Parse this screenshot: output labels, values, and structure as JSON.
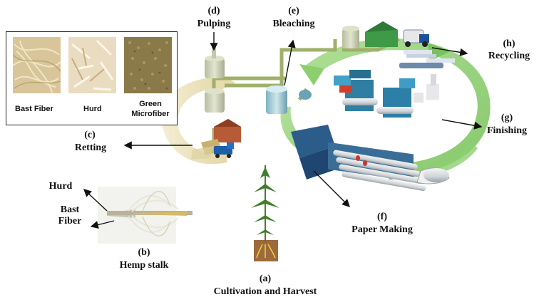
{
  "stages": {
    "a": {
      "letter": "(a)",
      "name": "Cultivation and Harvest"
    },
    "b": {
      "letter": "(b)",
      "name": "Hemp stalk"
    },
    "c": {
      "letter": "(c)",
      "name": "Retting"
    },
    "d": {
      "letter": "(d)",
      "name": "Pulping"
    },
    "e": {
      "letter": "(e)",
      "name": "Bleaching"
    },
    "f": {
      "letter": "(f)",
      "name": "Paper Making"
    },
    "g": {
      "letter": "(g)",
      "name": "Finishing"
    },
    "h": {
      "letter": "(h)",
      "name": "Recycling"
    }
  },
  "stalk_labels": {
    "hurd": "Hurd",
    "bast_1": "Bast",
    "bast_2": "Fiber"
  },
  "fiber_samples": {
    "bast": "Bast Fiber",
    "hurd": "Hurd",
    "green_1": "Green",
    "green_2": "Microfiber"
  },
  "colors": {
    "tan_arrow": "#e8dfb8",
    "green_arrow": "#8ccf6f",
    "pipe": "#8aa05c",
    "tank": "#c9cdb2"
  }
}
